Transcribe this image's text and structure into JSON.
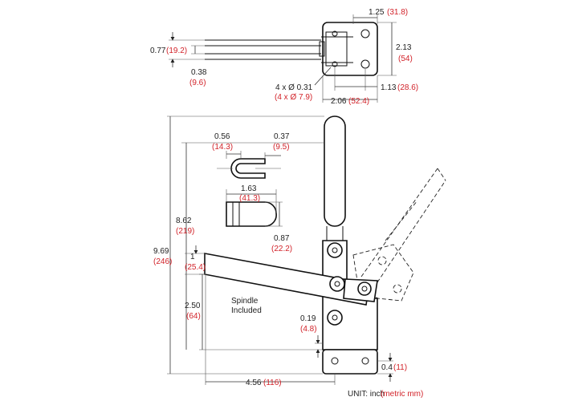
{
  "top_view": {
    "d_125": "1.25",
    "d_125_mm": "(31.8)",
    "d_213": "2.13",
    "d_213_mm": "(54)",
    "d_077": "0.77",
    "d_077_mm": "(19.2)",
    "d_038": "0.38",
    "d_038_mm": "(9.6)",
    "hole_in": "4 x Ø 0.31",
    "hole_mm": "(4 x Ø 7.9)",
    "d_113": "1.13",
    "d_113_mm": "(28.6)",
    "d_206": "2.06",
    "d_206_mm": "(52.4)"
  },
  "side_view": {
    "d_969": "9.69",
    "d_969_mm": "(246)",
    "d_862": "8.62",
    "d_862_mm": "(219)",
    "d_1": "1",
    "d_1_mm": "(25.4)",
    "d_250": "2.50",
    "d_250_mm": "(64)",
    "d_019": "0.19",
    "d_019_mm": "(4.8)",
    "d_456": "4.56",
    "d_456_mm": "(116)",
    "d_04": "0.4",
    "d_04_mm": "(11)",
    "spindle_line1": "Spindle",
    "spindle_line2": "Included"
  },
  "details": {
    "d_056": "0.56",
    "d_056_mm": "(14.3)",
    "d_037": "0.37",
    "d_037_mm": "(9.5)",
    "d_163": "1.63",
    "d_163_mm": "(41.3)",
    "d_087": "0.87",
    "d_087_mm": "(22.2)"
  },
  "units": {
    "label": "UNIT: inch",
    "metric": "(metric mm)"
  },
  "colors": {
    "imperial": "#222222",
    "metric": "#d2232a"
  }
}
